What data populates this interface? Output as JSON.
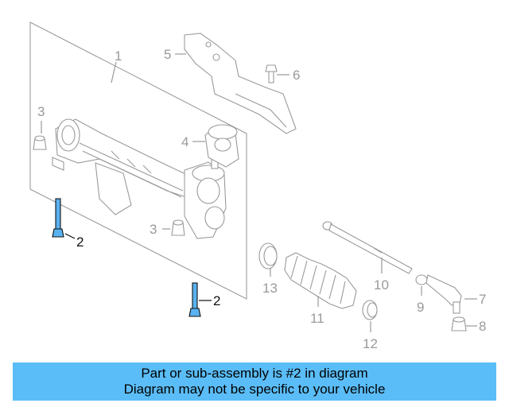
{
  "callouts": {
    "c1": "1",
    "c2a": "2",
    "c2b": "2",
    "c3a": "3",
    "c3b": "3",
    "c4": "4",
    "c5": "5",
    "c6": "6",
    "c7": "7",
    "c8": "8",
    "c9": "9",
    "c10": "10",
    "c11": "11",
    "c12": "12",
    "c13": "13"
  },
  "highlighted_part": "2",
  "colors": {
    "highlight": "#5ab2f0",
    "banner": "#5bbdf7",
    "line_art": "#9a9a9a"
  },
  "banner": {
    "line1": "Part or sub-assembly is #2 in diagram",
    "line2": "Diagram may not be specific to your vehicle"
  }
}
